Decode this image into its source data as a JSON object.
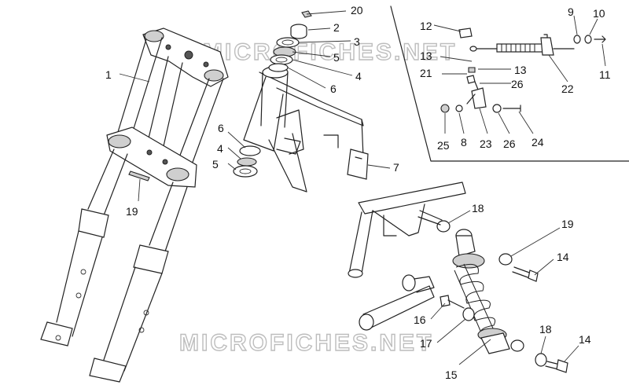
{
  "watermark": "MICROFICHES.NET",
  "callouts": [
    {
      "id": "c1",
      "text": "1"
    },
    {
      "id": "c2",
      "text": "2"
    },
    {
      "id": "c3",
      "text": "3"
    },
    {
      "id": "c4a",
      "text": "4"
    },
    {
      "id": "c4b",
      "text": "4"
    },
    {
      "id": "c5a",
      "text": "5"
    },
    {
      "id": "c5b",
      "text": "5"
    },
    {
      "id": "c6a",
      "text": "6"
    },
    {
      "id": "c6b",
      "text": "6"
    },
    {
      "id": "c7",
      "text": "7"
    },
    {
      "id": "c8",
      "text": "8"
    },
    {
      "id": "c9",
      "text": "9"
    },
    {
      "id": "c10",
      "text": "10"
    },
    {
      "id": "c11",
      "text": "11"
    },
    {
      "id": "c12",
      "text": "12"
    },
    {
      "id": "c13a",
      "text": "13"
    },
    {
      "id": "c13b",
      "text": "13"
    },
    {
      "id": "c14a",
      "text": "14"
    },
    {
      "id": "c14b",
      "text": "14"
    },
    {
      "id": "c15",
      "text": "15"
    },
    {
      "id": "c16",
      "text": "16"
    },
    {
      "id": "c17",
      "text": "17"
    },
    {
      "id": "c18a",
      "text": "18"
    },
    {
      "id": "c18b",
      "text": "18"
    },
    {
      "id": "c19a",
      "text": "19"
    },
    {
      "id": "c19b",
      "text": "19"
    },
    {
      "id": "c20",
      "text": "20"
    },
    {
      "id": "c21",
      "text": "21"
    },
    {
      "id": "c22",
      "text": "22"
    },
    {
      "id": "c23",
      "text": "23"
    },
    {
      "id": "c24",
      "text": "24"
    },
    {
      "id": "c25",
      "text": "25"
    },
    {
      "id": "c26a",
      "text": "26"
    },
    {
      "id": "c26b",
      "text": "26"
    }
  ]
}
